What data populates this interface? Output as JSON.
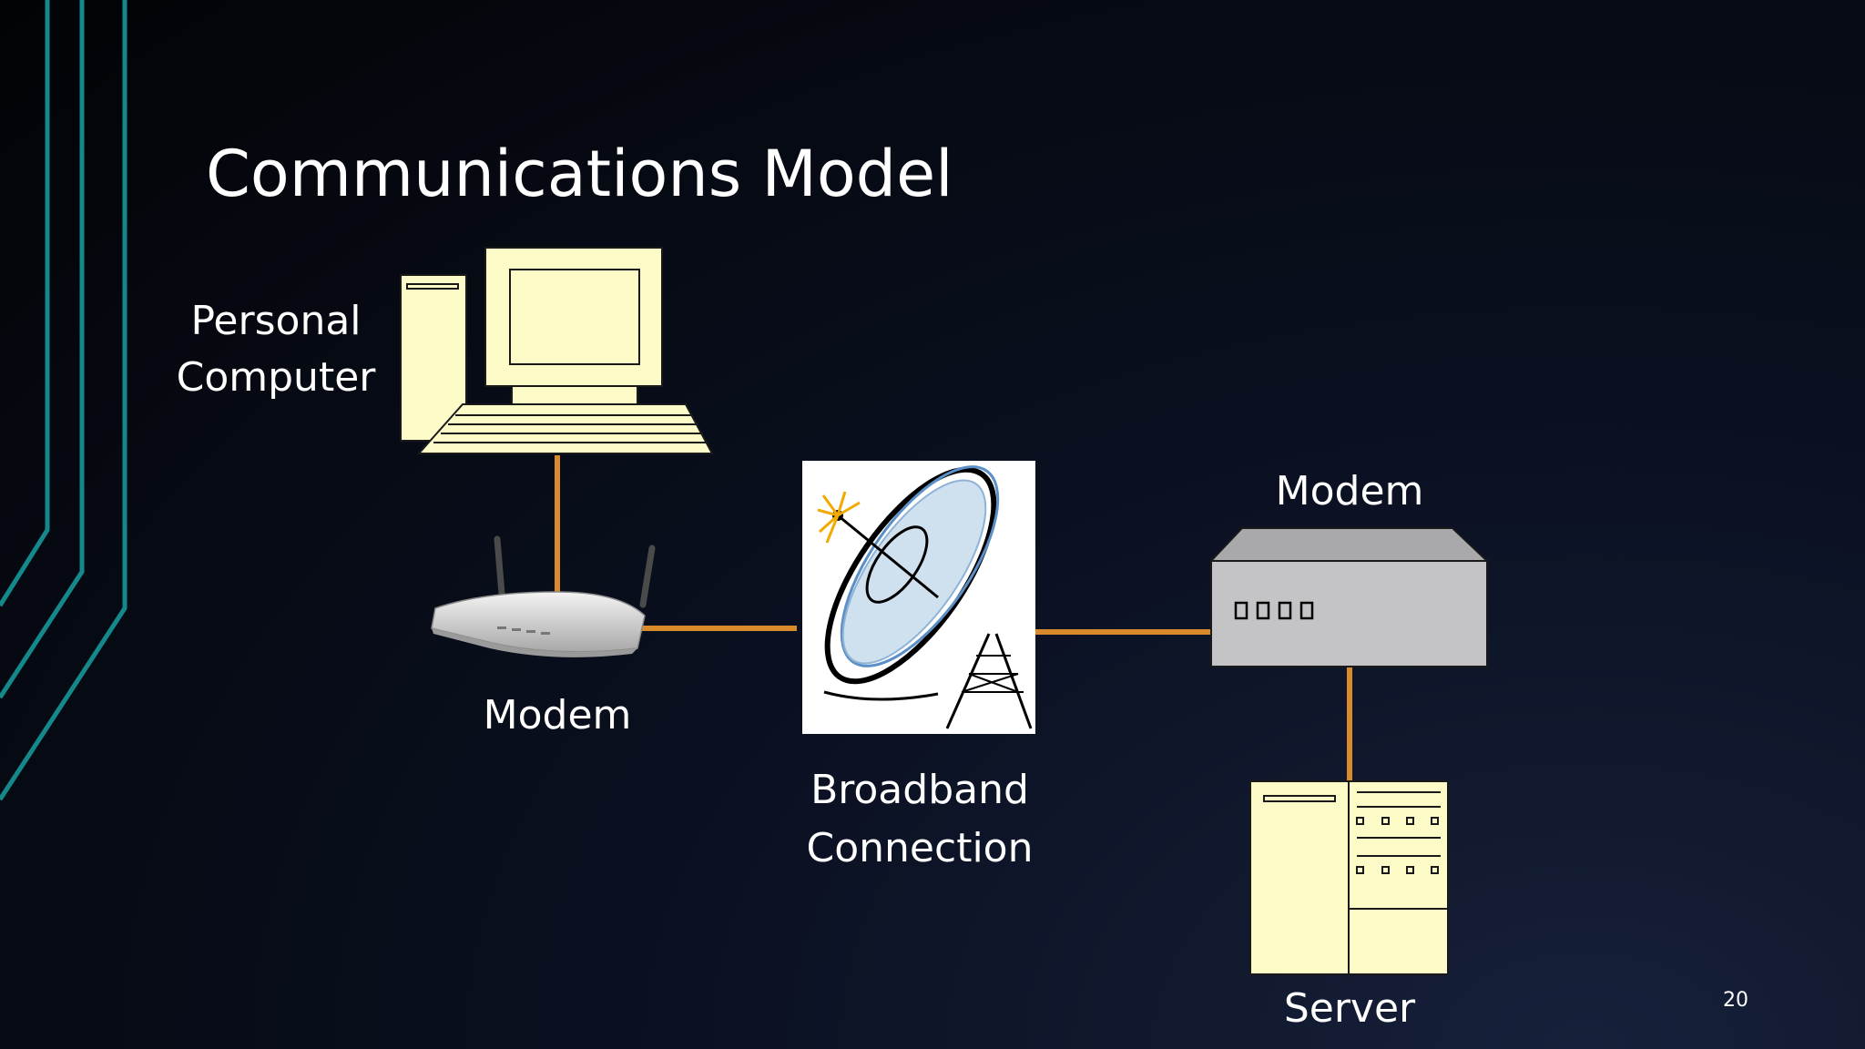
{
  "slide": {
    "title": "Communications Model",
    "page_number": "20"
  },
  "diagram": {
    "nodes": {
      "personal_computer": {
        "label_line1": "Personal",
        "label_line2": "Computer",
        "icon": "desktop-computer-icon"
      },
      "modem_left": {
        "label": "Modem",
        "icon": "wireless-router-icon"
      },
      "broadband": {
        "label_line1": "Broadband",
        "label_line2": "Connection",
        "icon": "satellite-dish-icon"
      },
      "modem_right": {
        "label": "Modem",
        "icon": "modem-box-icon"
      },
      "server": {
        "label": "Server",
        "icon": "server-tower-icon"
      }
    },
    "connections": [
      {
        "from": "personal_computer",
        "to": "modem_left"
      },
      {
        "from": "modem_left",
        "to": "broadband"
      },
      {
        "from": "broadband",
        "to": "modem_right"
      },
      {
        "from": "modem_right",
        "to": "server"
      }
    ]
  },
  "colors": {
    "connector": "#d98a2b",
    "device_fill": "#fdfbc8",
    "accent_lines": "#1a9a98",
    "modem_box": "#c4c4c6"
  }
}
